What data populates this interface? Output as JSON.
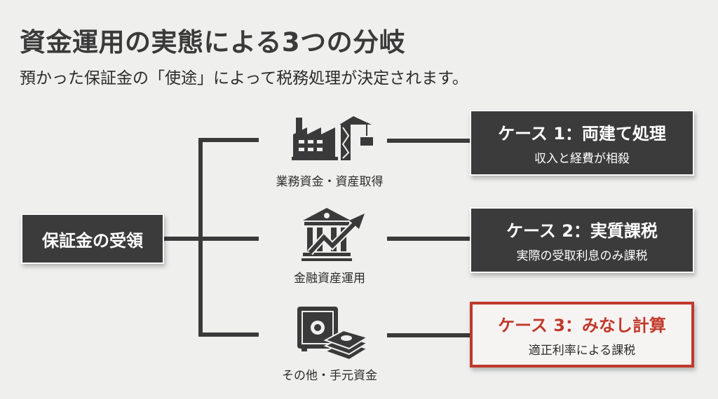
{
  "header": {
    "title": "資金運用の実態による3つの分岐",
    "subtitle": "預かった保証金の「使途」によって税務処理が決定されます。"
  },
  "source": {
    "label": "保証金の受領"
  },
  "branches": [
    {
      "label": "業務資金・資産取得",
      "icon": "factory-crane-icon"
    },
    {
      "label": "金融資産運用",
      "icon": "bank-growth-icon"
    },
    {
      "label": "その他・手元資金",
      "icon": "safe-cash-icon"
    }
  ],
  "cases": [
    {
      "title": "ケース 1：両建て処理",
      "desc": "収入と経費が相殺",
      "highlight": false
    },
    {
      "title": "ケース 2：実質課税",
      "desc": "実際の受取利息のみ課税",
      "highlight": false
    },
    {
      "title": "ケース 3：みなし計算",
      "desc": "適正利率による課税",
      "highlight": true
    }
  ],
  "colors": {
    "dark": "#3b3b3b",
    "accent": "#c0392b",
    "background": "#efefee"
  }
}
